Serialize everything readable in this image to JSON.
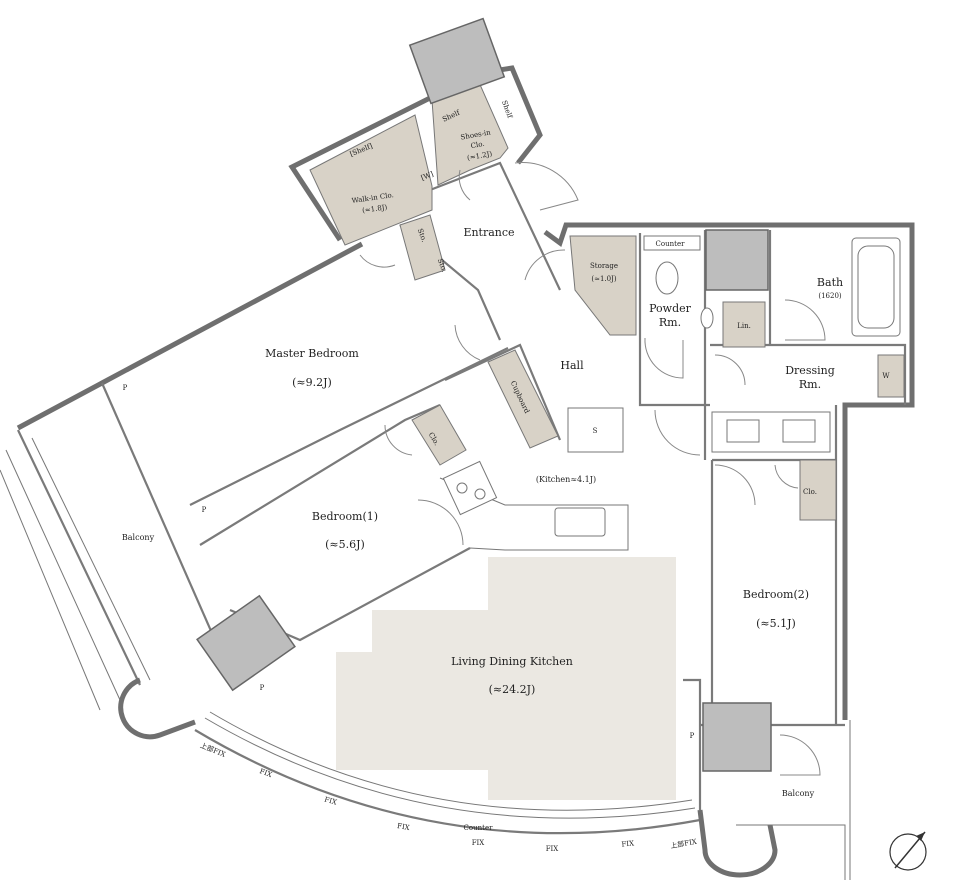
{
  "rooms": {
    "master_bedroom": {
      "name": "Master Bedroom",
      "area": "(≈9.2J)"
    },
    "bedroom1": {
      "name": "Bedroom(1)",
      "area": "(≈5.6J)"
    },
    "bedroom2": {
      "name": "Bedroom(2)",
      "area": "(≈5.1J)"
    },
    "ldk": {
      "name": "Living Dining Kitchen",
      "area": "(≈24.2J)"
    },
    "kitchen": {
      "label": "(Kitchen≈4.1J)"
    },
    "hall": {
      "name": "Hall"
    },
    "entrance": {
      "name": "Entrance"
    },
    "powder": {
      "line1": "Powder",
      "line2": "Rm."
    },
    "dressing": {
      "line1": "Dressing",
      "line2": "Rm."
    },
    "bath": {
      "name": "Bath",
      "size": "(1620)"
    },
    "storage": {
      "name": "Storage",
      "area": "(≈1.0J)"
    },
    "walkin": {
      "name": "Walk-in Clo.",
      "area": "(≈1.8J)"
    },
    "shoesin": {
      "line1": "Shoes-in",
      "line2": "Clo.",
      "area": "(≈1.2J)"
    },
    "balcony_left": {
      "name": "Balcony"
    },
    "balcony_right": {
      "name": "Balcony"
    }
  },
  "small_labels": {
    "counter_powder": "Counter",
    "lin": "Lin.",
    "w": "W",
    "clo_b2": "Clo.",
    "clo_b1": "Clo.",
    "cupboard": "Cupboard",
    "shelf_walkin": "[Shelf]",
    "w_walkin": "[W]",
    "shelf1": "Shelf",
    "shelf2": "Shelf",
    "sto1": "Sto.",
    "sto2": "Sto.",
    "s_fridge": "S",
    "p_marks": [
      "P",
      "P",
      "P",
      "P"
    ],
    "window_counter": "Counter",
    "fix_marks": [
      "上部FIX",
      "FIX",
      "FIX",
      "FIX",
      "FIX",
      "FIX",
      "FIX",
      "上部FIX"
    ]
  },
  "icons": {
    "compass": "north-arrow-icon"
  }
}
